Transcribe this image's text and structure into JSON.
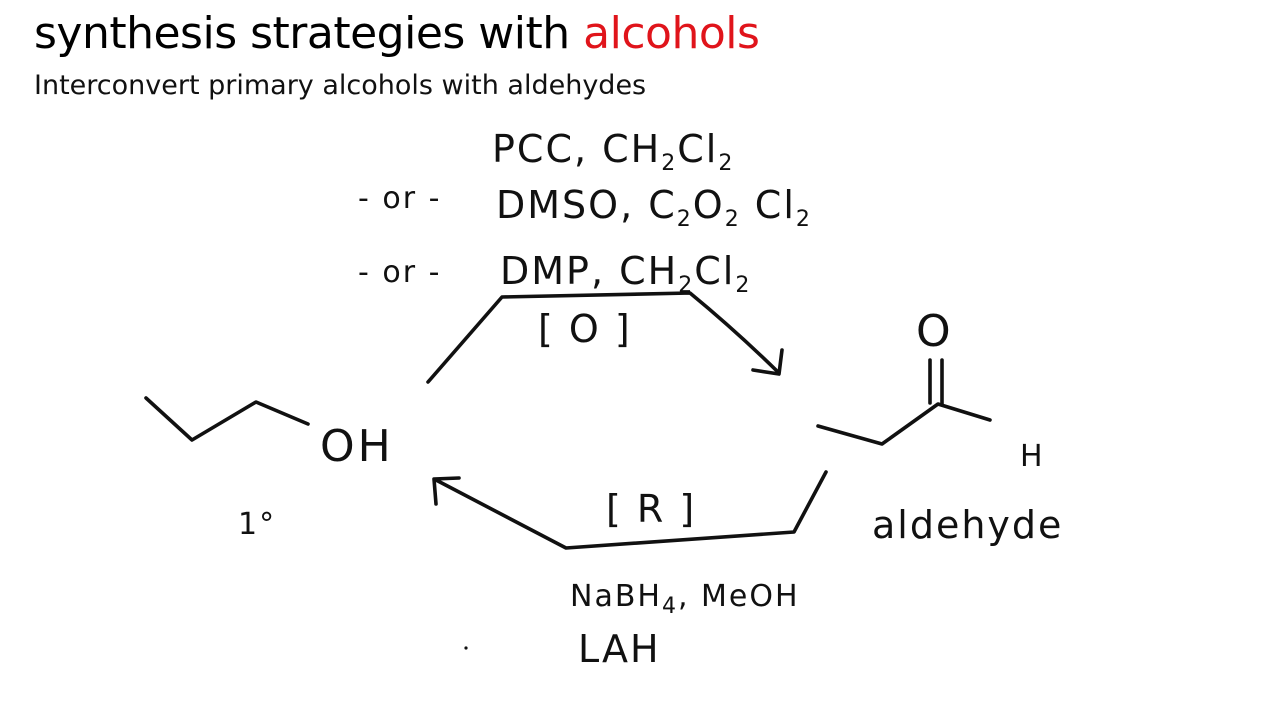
{
  "header": {
    "title_prefix": "synthesis strategies with ",
    "title_highlight": "alcohols",
    "subtitle": "Interconvert primary alcohols with aldehydes"
  },
  "colors": {
    "highlight": "#e0141b",
    "ink": "#111111",
    "background": "#ffffff"
  },
  "oxidation": {
    "label": "[ O ]",
    "or_1": "- or -",
    "or_2": "- or -",
    "reagent_1": {
      "a": "PCC, CH",
      "b": "2",
      "c": "Cl",
      "d": "2"
    },
    "reagent_2": {
      "a": "DMSO, C",
      "b": "2",
      "c": "O",
      "d": "2",
      "e": " Cl",
      "f": "2"
    },
    "reagent_3": {
      "a": "DMP, CH",
      "b": "2",
      "c": "Cl",
      "d": "2"
    }
  },
  "reduction": {
    "label": "[ R ]",
    "reagent_1": {
      "a": "NaBH",
      "b": "4",
      "c": ", MeOH"
    },
    "reagent_2": "LAH"
  },
  "alcohol": {
    "oh_label": "OH",
    "degree_label": "1°"
  },
  "aldehyde": {
    "o_label": "O",
    "h_label": "H",
    "name": "aldehyde"
  }
}
